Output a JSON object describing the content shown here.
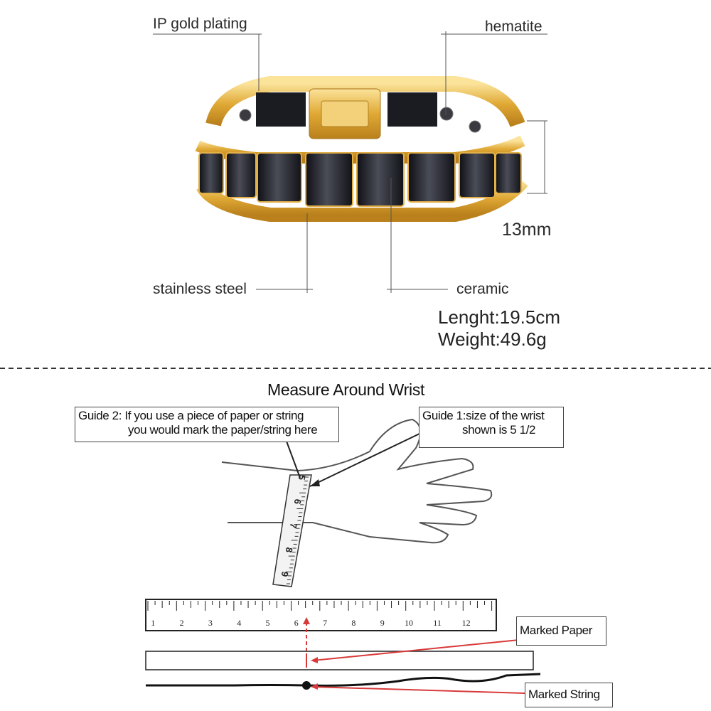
{
  "product": {
    "labels": {
      "gold": "IP gold plating",
      "hematite": "hematite",
      "steel": "stainless steel",
      "ceramic": "ceramic",
      "width": "13mm"
    },
    "specs": {
      "length": "Lenght:19.5cm",
      "weight": "Weight:49.6g"
    }
  },
  "measure": {
    "title": "Measure Around Wrist",
    "guide2": {
      "line1": "Guide 2: If you use a piece of paper or string",
      "line2": "you would mark the paper/string here"
    },
    "guide1": {
      "line1": "Guide 1:size of the wrist",
      "line2": "shown is 5 1/2"
    },
    "tape_numbers": [
      "5",
      "6",
      "7",
      "8",
      "9"
    ],
    "ruler_numbers": [
      "1",
      "2",
      "3",
      "4",
      "5",
      "6",
      "7",
      "8",
      "9",
      "10",
      "11",
      "12"
    ],
    "marked_paper": "Marked Paper",
    "marked_string": "Marked String"
  },
  "colors": {
    "gold": "#e8b84a",
    "ceramic": "#1c1d24",
    "marker_red": "#d83a3a"
  }
}
